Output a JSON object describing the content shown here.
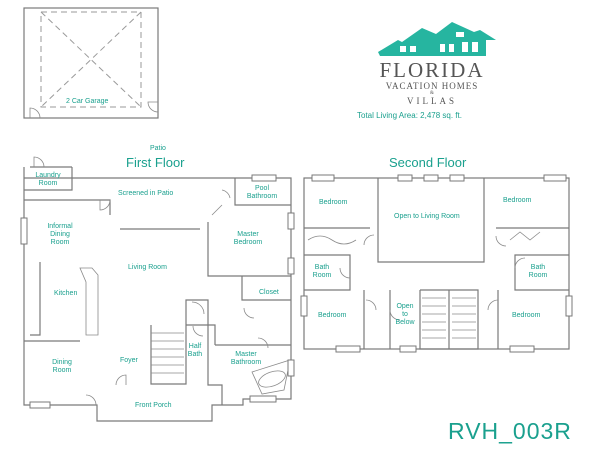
{
  "brand": {
    "name": "FLORIDA",
    "tagline": "VACATION HOMES",
    "ampersand": "&",
    "suffix": "VILLAS",
    "logo_color": "#26b5a0"
  },
  "total_living_area": "Total Living Area: 2,478 sq. ft.",
  "floors": {
    "first": "First Floor",
    "second": "Second Floor"
  },
  "rooms_garage": "2 Car Garage",
  "rooms_first": {
    "patio": "Patio",
    "laundry": "Laundry Room",
    "screened_patio": "Screened in Patio",
    "pool_bathroom": "Pool Bathroom",
    "informal_dining": "Informal Dining Room",
    "living_room": "Living Room",
    "master_bedroom": "Master Bedroom",
    "kitchen": "Kitchen",
    "closet": "Closet",
    "half_bath": "Half Bath",
    "master_bathroom": "Master Bathroom",
    "dining_room": "Dining Room",
    "foyer": "Foyer",
    "front_porch": "Front Porch"
  },
  "rooms_second": {
    "bedroom_nw": "Bedroom",
    "open_to_living": "Open to Living Room",
    "bedroom_ne": "Bedroom",
    "bath_w": "Bath Room",
    "bath_e": "Bath Room",
    "bedroom_sw": "Bedroom",
    "open_to_below": "Open to Below",
    "bedroom_se": "Bedroom"
  },
  "plan_code": "RVH_003R",
  "colors": {
    "accent": "#1aa08e",
    "walls": "#7a7a7a"
  }
}
